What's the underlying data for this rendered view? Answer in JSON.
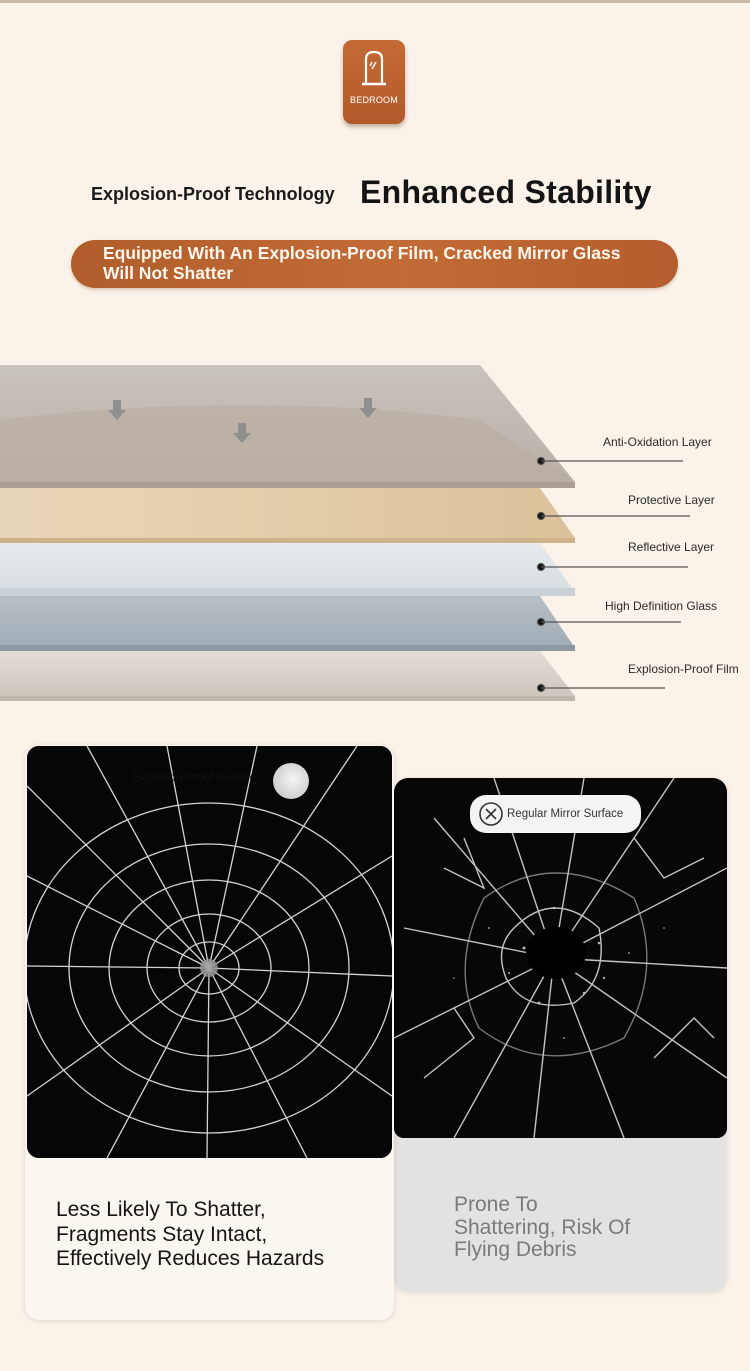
{
  "badge": {
    "label": "BEDROOM",
    "icon": "mirror-icon",
    "color": "#c0652f"
  },
  "headline": {
    "small": "Explosion-Proof Technology",
    "big": "Enhanced Stability"
  },
  "banner": {
    "line1": "Equipped With An Explosion-Proof Film, Cracked Mirror Glass",
    "line2": "Will Not Shatter",
    "color": "#b8612f"
  },
  "layers": [
    {
      "label": "Anti-Oxidation Layer",
      "color": "#bdb4ab"
    },
    {
      "label": "Protective Layer",
      "color": "#e3cfae"
    },
    {
      "label": "Reflective Layer",
      "color": "#dfe3e6"
    },
    {
      "label": "High Definition Glass",
      "color": "#a9b2ba"
    },
    {
      "label": "Explosion-Proof Film",
      "color": "#d8d2cb"
    }
  ],
  "comparison": {
    "left": {
      "tag": "Explosion-Proof Surface",
      "caption_lines": [
        "Less Likely To Shatter,",
        "Fragments Stay Intact,",
        "Effectively Reduces Hazards"
      ]
    },
    "right": {
      "tag": "Regular Mirror Surface",
      "caption_lines": [
        "Prone To",
        "Shattering, Risk Of",
        "Flying Debris"
      ]
    }
  }
}
